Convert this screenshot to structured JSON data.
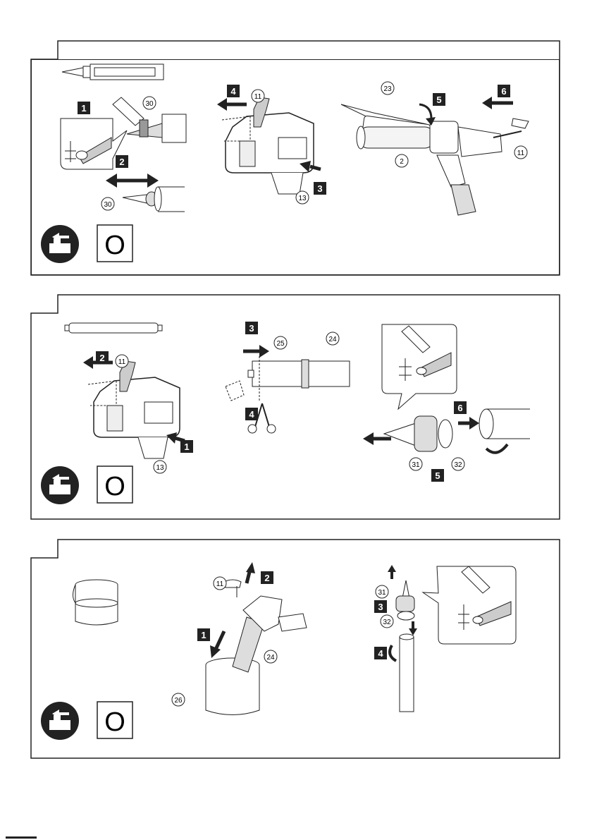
{
  "section1": {
    "step_numbers": [
      "1",
      "2",
      "4",
      "3",
      "5",
      "6"
    ],
    "part_refs": [
      "30",
      "30",
      "11",
      "13",
      "23",
      "2",
      "11"
    ],
    "indicator_letter": "O"
  },
  "section2": {
    "step_numbers": [
      "2",
      "1",
      "3",
      "4",
      "6",
      "5"
    ],
    "part_refs": [
      "11",
      "13",
      "25",
      "24",
      "31",
      "32"
    ],
    "indicator_letter": "O"
  },
  "section3": {
    "step_numbers": [
      "2",
      "1",
      "3",
      "4"
    ],
    "part_refs": [
      "11",
      "24",
      "26",
      "31",
      "32"
    ],
    "indicator_letter": "O"
  }
}
